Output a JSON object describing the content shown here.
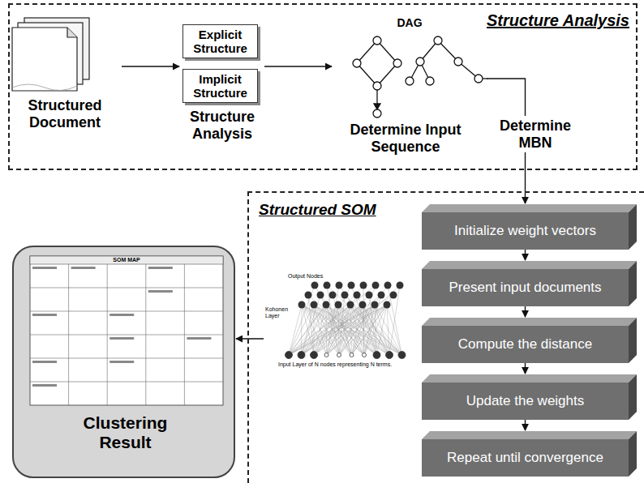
{
  "diagram": {
    "nodes": [
      {
        "text": [
          "Structure Analysis"
        ]
      },
      {
        "text": [
          "Structured Document"
        ],
        "in": 0
      },
      {
        "text": [
          "Structure Analysis"
        ],
        "in": 0
      },
      {
        "text": [
          "Explicit Structure"
        ],
        "in": 2
      },
      {
        "text": [
          "Implicit Structure"
        ],
        "in": 2
      },
      {
        "text": [
          "DAG",
          "Determine Input Sequence"
        ],
        "in": 0
      },
      {
        "text": [
          "Structured SOM"
        ]
      },
      {
        "text": [
          "Output Nodes",
          "Kohonen Layer",
          "Input Layer of N nodes representing N terms."
        ],
        "in": 6
      },
      {
        "text": [
          "Initialize weight vectors"
        ],
        "in": 6
      },
      {
        "text": [
          "Present input documents"
        ],
        "in": 6
      },
      {
        "text": [
          "Compute the distance"
        ],
        "in": 6
      },
      {
        "text": [
          "Update the weights"
        ],
        "in": 6
      },
      {
        "text": [
          "Repeat until convergence"
        ],
        "in": 6
      },
      {
        "text": [
          "Clustering Result"
        ]
      }
    ],
    "edges": [
      {
        "from": 1,
        "to": 2,
        "arrow": "to"
      },
      {
        "from": 2,
        "to": 5,
        "arrow": "to"
      },
      {
        "from": 5,
        "to": 8,
        "arrow": "to",
        "label": "Determine MBN"
      },
      {
        "from": 8,
        "to": 9,
        "arrow": "to"
      },
      {
        "from": 9,
        "to": 10,
        "arrow": "to"
      },
      {
        "from": 10,
        "to": 11,
        "arrow": "to"
      },
      {
        "from": 11,
        "to": 12,
        "arrow": "to"
      },
      {
        "from": 7,
        "to": 13,
        "arrow": "to"
      }
    ],
    "labels": [
      "SOM MAP"
    ]
  }
}
